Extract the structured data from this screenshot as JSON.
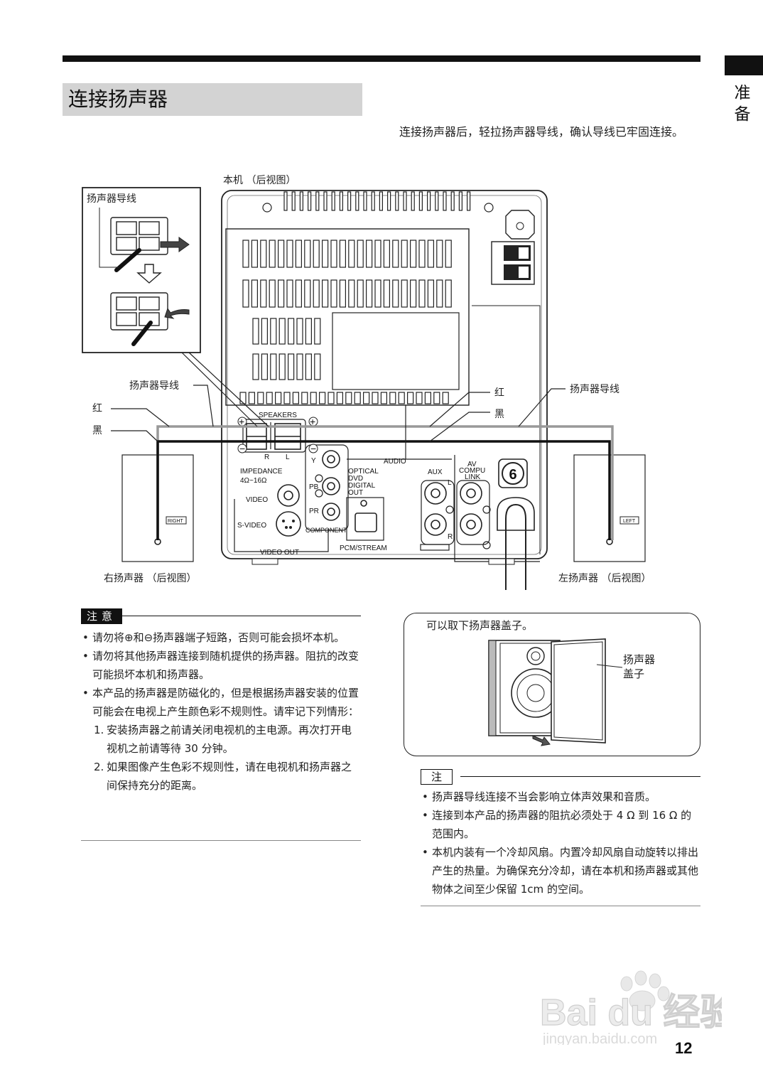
{
  "section": {
    "side_label_1": "准",
    "side_label_2": "备"
  },
  "title": "连接扬声器",
  "intro": "连接扬声器后，轻拉扬声器导线，确认导线已牢固连接。",
  "figure": {
    "unit_caption": "本机 （后视图）",
    "inset_label": "扬声器导线",
    "left_wire_label": "扬声器导线",
    "right_wire_label": "扬声器导线",
    "red_left": "红",
    "black_left": "黑",
    "red_right": "红",
    "black_right": "黑",
    "speakers_label": "SPEAKERS",
    "r_label": "R",
    "l_label": "L",
    "impedance_label": "IMPEDANCE",
    "impedance_value": "4Ω~16Ω",
    "video_label": "VIDEO",
    "svideo_label": "S-VIDEO",
    "video_out_label": "VIDEO OUT",
    "y_label": "Y",
    "pb_label": "PB",
    "pr_label": "PR",
    "component_label": "COMPONENT",
    "audio_label": "AUDIO",
    "optical_label": "OPTICAL",
    "dvd_label": "DVD",
    "digital_label": "DIGITAL",
    "out_label": "OUT",
    "pcm_label": "PCM/STREAM",
    "aux_label": "AUX",
    "aux_l": "L",
    "aux_r": "R",
    "av_label": "AV",
    "compu_label": "COMPU",
    "link_label": "LINK",
    "link_number": "6",
    "right_tag": "RIGHT",
    "left_tag": "LEFT",
    "right_caption": "右扬声器 （后视图）",
    "left_caption": "左扬声器 （后视图）"
  },
  "caution": {
    "tag": "注意",
    "items": [
      "请勿将⊕和⊖扬声器端子短路，否则可能会损坏本机。",
      "请勿将其他扬声器连接到随机提供的扬声器。阻抗的改变可能损坏本机和扬声器。",
      "本产品的扬声器是防磁化的，但是根据扬声器安装的位置可能会在电视上产生颜色彩不规则性。请牢记下列情形："
    ],
    "sub_items": [
      {
        "num": "1.",
        "text": "安装扬声器之前请关闭电视机的主电源。再次打开电视机之前请等待 30 分钟。"
      },
      {
        "num": "2.",
        "text": "如果图像产生色彩不规则性，请在电视机和扬声器之间保持充分的距离。"
      }
    ]
  },
  "cover": {
    "text": "可以取下扬声器盖子。",
    "label_1": "扬声器",
    "label_2": "盖子"
  },
  "note": {
    "tag": "注",
    "items": [
      "扬声器导线连接不当会影响立体声效果和音质。",
      "连接到本产品的扬声器的阻抗必须处于 4 Ω 到 16 Ω 的范围内。",
      "本机内装有一个冷却风扇。内置冷却风扇自动旋转以排出产生的热量。为确保充分冷却，请在本机和扬声器或其他物体之间至少保留 1cm 的空间。"
    ]
  },
  "watermark": {
    "brand": "Bai du 经验",
    "url": "jingyan.baidu.com"
  },
  "page_number": "12"
}
